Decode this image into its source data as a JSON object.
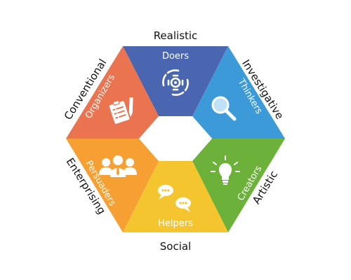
{
  "diagram": {
    "segments": [
      {
        "key": "realistic",
        "category": "Realistic",
        "role": "Doers",
        "color": "#4a66b0",
        "icon": "gear-cycle-icon"
      },
      {
        "key": "investigative",
        "category": "Investigative",
        "role": "Thinkers",
        "color": "#3c9ad9",
        "icon": "magnifier-icon"
      },
      {
        "key": "artistic",
        "category": "Artistic",
        "role": "Creators",
        "color": "#6cb23a",
        "icon": "lightbulb-icon"
      },
      {
        "key": "social",
        "category": "Social",
        "role": "Helpers",
        "color": "#f5c52f",
        "icon": "chat-bubbles-icon"
      },
      {
        "key": "enterprising",
        "category": "Enterprising",
        "role": "Persuaders",
        "color": "#f6a033",
        "icon": "team-icon"
      },
      {
        "key": "conventional",
        "category": "Conventional",
        "role": "Organizers",
        "color": "#ea7350",
        "icon": "clipboard-pen-icon"
      }
    ]
  }
}
